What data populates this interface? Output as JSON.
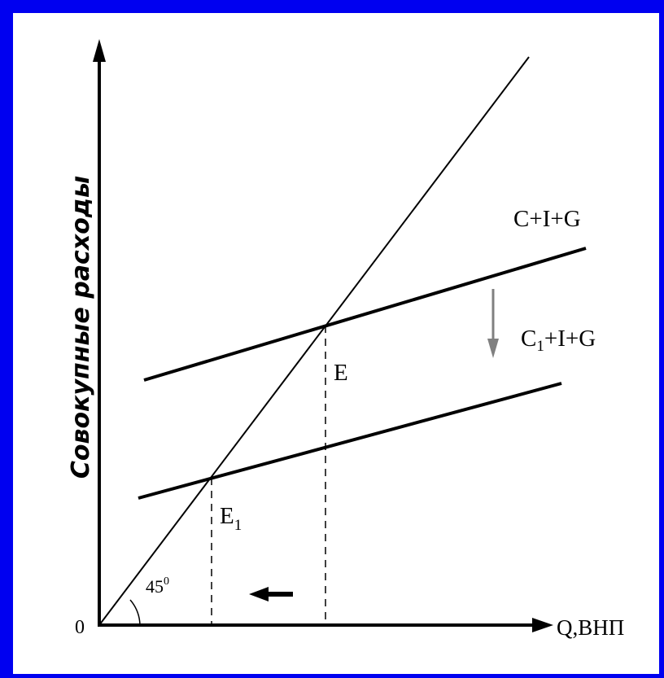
{
  "axes": {
    "y_label": "Совокупные расходы",
    "x_label": "Q,ВНП",
    "origin_label": "0"
  },
  "lines": {
    "upper_label": "C+I+G",
    "lower_label_prefix": "C",
    "lower_label_sub": "1",
    "lower_label_suffix": "+I+G"
  },
  "points": {
    "e_label": "E",
    "e1_label": "E",
    "e1_sub": "1"
  },
  "angle": {
    "value": "45",
    "sup": "0"
  },
  "colors": {
    "background": "#0000f0",
    "panel": "#ffffff",
    "ink": "#000000",
    "shift_arrow": "#808080"
  }
}
